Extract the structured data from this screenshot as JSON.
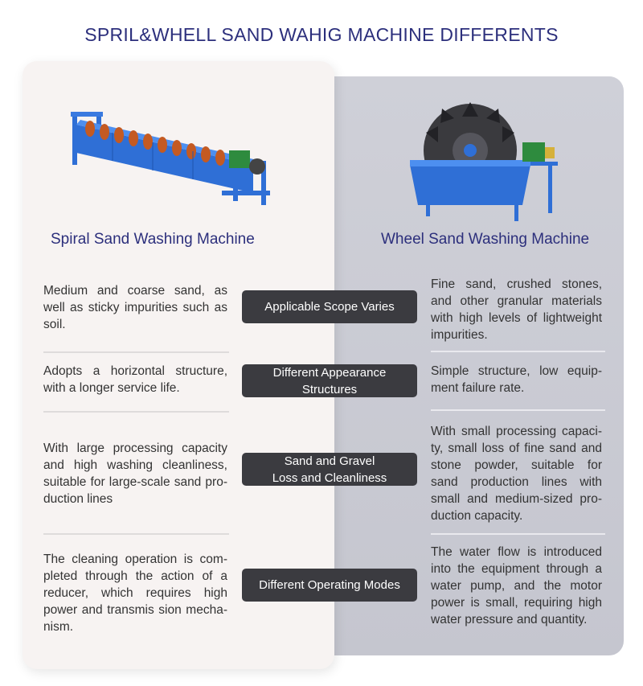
{
  "title": "SPRIL&WHELL SAND WAHIG MACHINE DIFFERENTS",
  "colors": {
    "title": "#2c2f7c",
    "pill": "#3b3b40",
    "machine_blue": "#2f6fd6"
  },
  "left": {
    "name": "Spiral Sand Washing Machine",
    "image_icon": "spiral-sand-washer-illustration",
    "rows": [
      "Medium and coarse sand, as well as sticky impurities such as soil.",
      "Adopts a horizontal structure, with a longer service life.",
      "With large processing capacity and high washing cleanliness, suitable for large-scale sand pro-duction lines",
      "The cleaning operation is com-pleted through the action of a reducer, which requires high power and transmis sion mecha-nism."
    ]
  },
  "right": {
    "name": "Wheel Sand Washing Machine",
    "image_icon": "wheel-sand-washer-illustration",
    "rows": [
      "Fine sand, crushed stones, and other granular materials with high levels of lightweight impurities.",
      "Simple structure, low equip-ment failure rate.",
      "With small processing capaci-ty, small loss of fine sand and stone powder, suitable for sand production lines with small and medium-sized pro-duction capacity.",
      "The water flow is introduced into the equipment through a water pump, and the motor power is small, requiring high water pressure and quantity."
    ]
  },
  "categories": [
    "Applicable Scope Varies",
    "Different Appearance\nStructures",
    "Sand and Gravel\nLoss and Cleanliness",
    "Different Operating Modes"
  ]
}
